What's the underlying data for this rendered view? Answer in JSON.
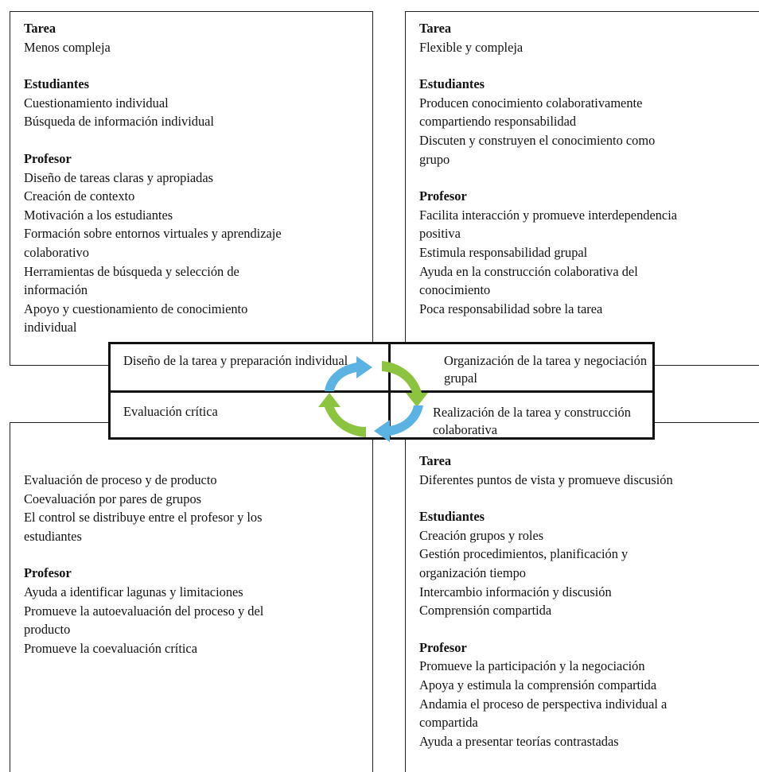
{
  "top_left": {
    "sections": [
      {
        "heading": "Tarea",
        "lines": [
          "Menos compleja"
        ]
      },
      {
        "heading": "Estudiantes",
        "lines": [
          "Cuestionamiento individual",
          "Búsqueda de información individual"
        ]
      },
      {
        "heading": "Profesor",
        "lines": [
          "Diseño de tareas claras y apropiadas",
          "Creación de contexto",
          "Motivación a los estudiantes",
          "Formación sobre entornos virtuales y aprendizaje",
          "colaborativo",
          "Herramientas de búsqueda y selección de",
          "información",
          "Apoyo y cuestionamiento de conocimiento",
          "individual"
        ]
      }
    ]
  },
  "top_right": {
    "sections": [
      {
        "heading": "Tarea",
        "lines": [
          "Flexible y compleja"
        ]
      },
      {
        "heading": "Estudiantes",
        "lines": [
          "Producen conocimiento colaborativamente",
          "compartiendo responsabilidad",
          "Discuten y construyen el conocimiento como",
          "grupo"
        ]
      },
      {
        "heading": "Profesor",
        "lines": [
          "Facilita interacción y promueve interdependencia",
          "positiva",
          "Estimula responsabilidad grupal",
          "Ayuda en la construcción colaborativa del",
          "conocimiento",
          "Poca responsabilidad sobre la tarea"
        ]
      }
    ]
  },
  "bottom_left": {
    "intro_lines": [
      "Evaluación de proceso y de producto",
      "Coevaluación por pares de grupos",
      "El control se distribuye entre el profesor y los",
      "estudiantes"
    ],
    "sections": [
      {
        "heading": "Profesor",
        "lines": [
          "Ayuda a identificar lagunas y limitaciones",
          "Promueve la autoevaluación del proceso y del",
          "producto",
          "Promueve la coevaluación crítica"
        ]
      }
    ]
  },
  "bottom_right": {
    "sections": [
      {
        "heading": "Tarea",
        "lines": [
          "Diferentes puntos de vista y promueve discusión"
        ]
      },
      {
        "heading": "Estudiantes",
        "lines": [
          "Creación grupos y roles",
          "Gestión procedimientos, planificación y",
          "organización tiempo",
          "Intercambio información y discusión",
          "Comprensión compartida"
        ]
      },
      {
        "heading": "Profesor",
        "lines": [
          "Promueve la participación y la negociación",
          "Apoya y estimula la comprensión compartida",
          "Andamia el proceso de perspectiva individual a",
          "compartida",
          "Ayuda a presentar teorías contrastadas"
        ]
      }
    ]
  },
  "center": {
    "phase_1": [
      "Diseño de la tarea y preparación",
      "individual"
    ],
    "phase_2": [
      "Organización de la tarea y",
      "negociación grupal"
    ],
    "phase_3": [
      "Evaluación crítica"
    ],
    "phase_4": [
      "Realización de la tarea y",
      "construcción colaborativa"
    ]
  },
  "cycle_icon": {
    "name": "cycle-arrows-icon",
    "colors": [
      "#5bb3e4",
      "#8cc440"
    ]
  }
}
